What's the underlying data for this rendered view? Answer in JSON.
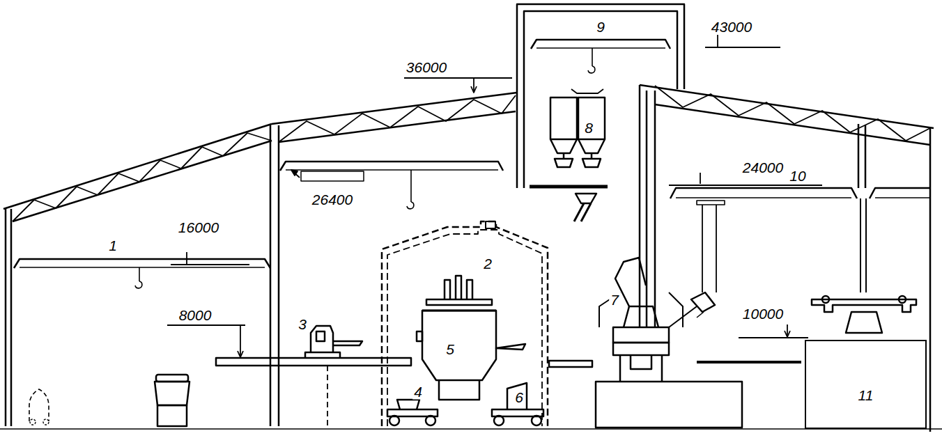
{
  "diagram": {
    "nodes": [
      {
        "text": [
          "11"
        ]
      }
    ],
    "labels": [
      "9",
      "43000",
      "36000",
      "8",
      "24000",
      "10",
      "26400",
      "16000",
      "1",
      "2",
      "3",
      "7",
      "10000",
      "8000",
      "5",
      "4",
      "6"
    ]
  }
}
